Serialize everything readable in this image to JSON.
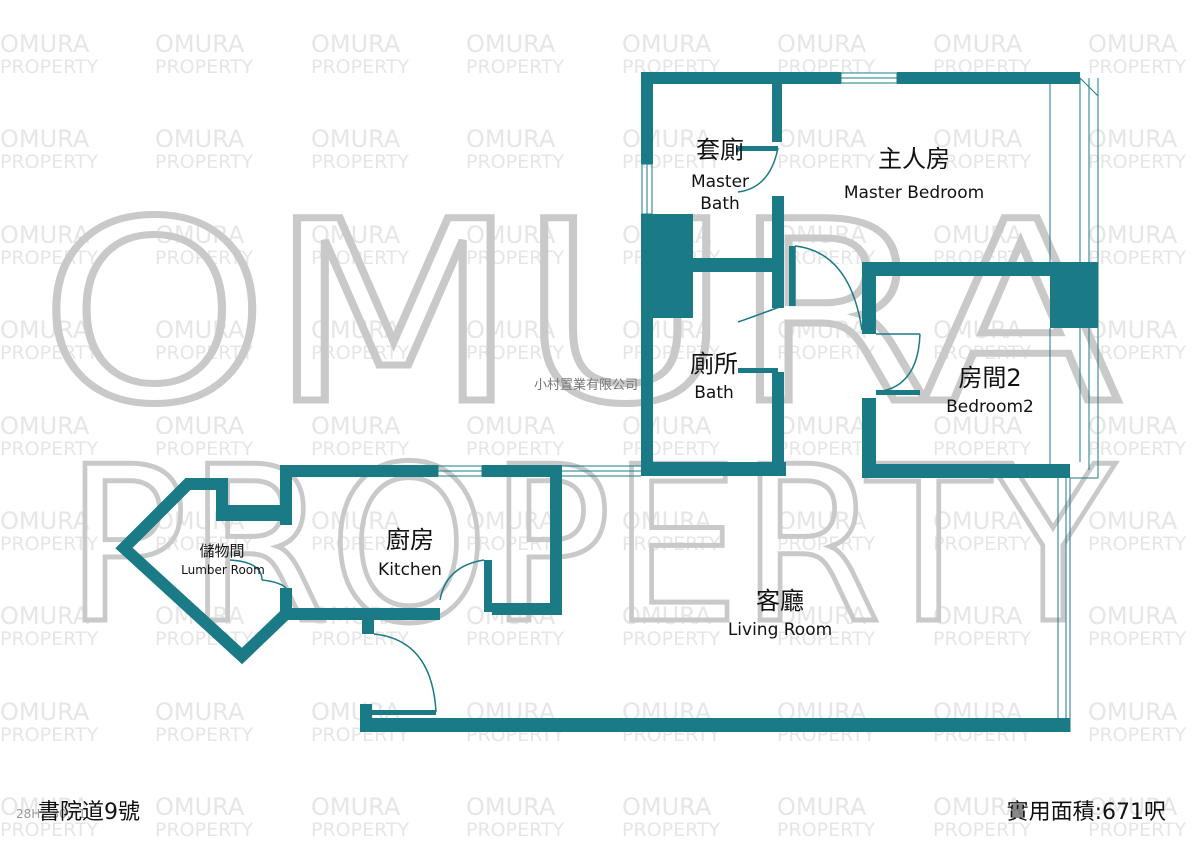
{
  "watermark": {
    "tile_line1": "OMURA",
    "tile_line2": "PROPERTY",
    "big_line1": "OMURA",
    "big_line2": "PROPERTY"
  },
  "company": "小村置業有限公司",
  "rooms": {
    "master_bath": {
      "zh": "套廁",
      "en_line1": "Master",
      "en_line2": "Bath"
    },
    "master_bedroom": {
      "zh": "主人房",
      "en": "Master Bedroom"
    },
    "bath": {
      "zh": "廁所",
      "en": "Bath"
    },
    "bedroom2": {
      "zh": "房間2",
      "en": "Bedroom2"
    },
    "kitchen": {
      "zh": "廚房",
      "en": "Kitchen"
    },
    "lumber_room": {
      "zh": "儲物間",
      "en": "Lumber Room"
    },
    "living_room": {
      "zh": "客廳",
      "en": "Living Room"
    }
  },
  "footer": {
    "address": "書院道9號",
    "area": "實用面積:671呎",
    "ref_code": "28H...30...1"
  },
  "colors": {
    "wall": "#1a7b87",
    "watermark_big": "#cccccc",
    "watermark_tile": "#e6e6e6",
    "window_line": "#1a7b87"
  }
}
